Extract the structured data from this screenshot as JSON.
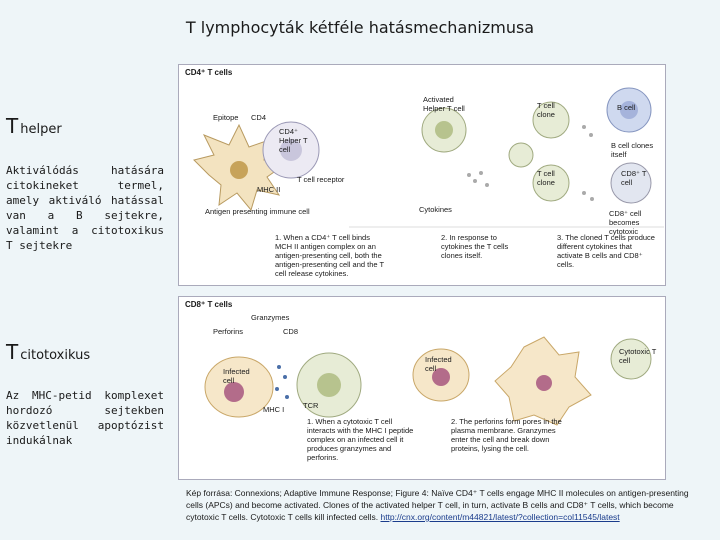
{
  "title": "T lymphocyták kétféle hatásmechanizmusa",
  "helper": {
    "heading_big": "T",
    "heading_sub": "helper",
    "text": "Aktiválódás hatására citokineket termel, amely aktiváló hatással van a B sejtekre, valamint a citotoxikus T sejtekre"
  },
  "cytotoxic": {
    "heading_big": "T",
    "heading_sub": "citotoxikus",
    "text": "Az MHC-petid komplexet hordozó sejtekben közvetlenül apoptózist indukálnak"
  },
  "panel1": {
    "label": "CD4⁺ T cells",
    "labels": {
      "epitope": "Epitope",
      "cd4": "CD4",
      "helper_cell": "CD4⁺ Helper T cell",
      "activated": "Activated Helper T cell",
      "t_clone_top": "T cell clone",
      "b_cell": "B cell",
      "b_clones": "B cell clones itself",
      "mhc": "MHC II",
      "tcr": "T cell receptor",
      "apc": "Antigen presenting immune cell",
      "cytokines": "Cytokines",
      "t_clone_bottom": "T cell clone",
      "cd8_t": "CD8⁺ T cell",
      "cd8_becomes": "CD8⁺ cell becomes cytotoxic"
    },
    "steps": [
      "1. When a CD4⁺ T cell binds MCH II antigen complex on an antigen-presenting cell, both the antigen-presenting cell and the T cell release cytokines.",
      "2. In response to cytokines the T cells clones itself.",
      "3. The cloned T cells produce different cytokines that activate B cells and CD8⁺ cells."
    ]
  },
  "panel2": {
    "label": "CD8⁺ T cells",
    "labels": {
      "granzymes": "Granzymes",
      "perforins": "Perforins",
      "cd8": "CD8",
      "infected1": "Infected cell",
      "infected2": "Infected cell",
      "cytotoxic": "Cytotoxic T cell",
      "mhc1": "MHC I",
      "tcr": "TCR"
    },
    "steps": [
      "1. When a cytotoxic T cell interacts with the MHC I peptide complex on an infected cell it produces granzymes and perforins.",
      "2. The perforins form pores in the plasma membrane. Granzymes enter the cell and break down proteins, lysing the cell."
    ]
  },
  "source": {
    "text": "Kép forrása: Connexions; Adaptive Immune Response; Figure 4: Naïve CD4⁺ T cells engage MHC II molecules on antigen-presenting cells (APCs) and become activated. Clones of the activated helper T cell, in turn, activate B cells and CD8⁺ T cells, which become cytotoxic T cells. Cytotoxic T cells kill infected cells.",
    "link": "http://cnx.org/content/m44821/latest/?collection=col11545/latest"
  }
}
